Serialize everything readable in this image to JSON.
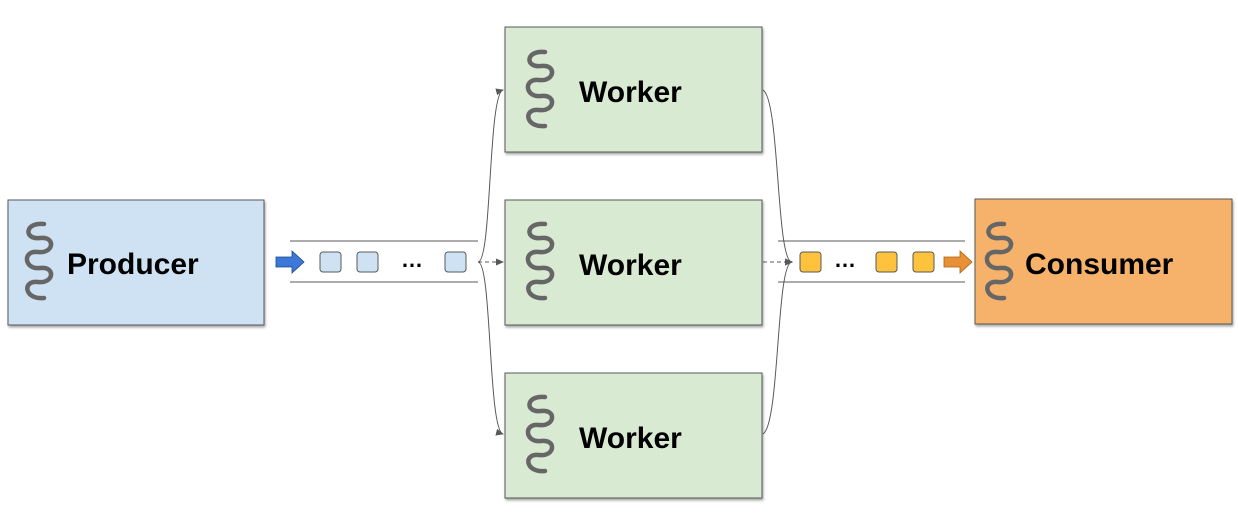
{
  "producer": {
    "label": "Producer",
    "fill": "#cfe2f3",
    "icon": "thread-icon"
  },
  "consumer": {
    "label": "Consumer",
    "fill": "#f6b26b",
    "icon": "thread-icon"
  },
  "workers": [
    {
      "label": "Worker",
      "fill": "#d9ead3",
      "icon": "thread-icon"
    },
    {
      "label": "Worker",
      "fill": "#d9ead3",
      "icon": "thread-icon"
    },
    {
      "label": "Worker",
      "fill": "#d9ead3",
      "icon": "thread-icon"
    }
  ],
  "input_queue": {
    "ellipsis": "…",
    "item_fill": "#cfe2f3",
    "arrow_color": "#3c78d8"
  },
  "output_queue": {
    "ellipsis": "…",
    "item_fill": "#ffc23d",
    "arrow_color": "#e69138"
  },
  "colors": {
    "box_border": "#595959",
    "connector": "#595959",
    "icon": "#666666"
  }
}
